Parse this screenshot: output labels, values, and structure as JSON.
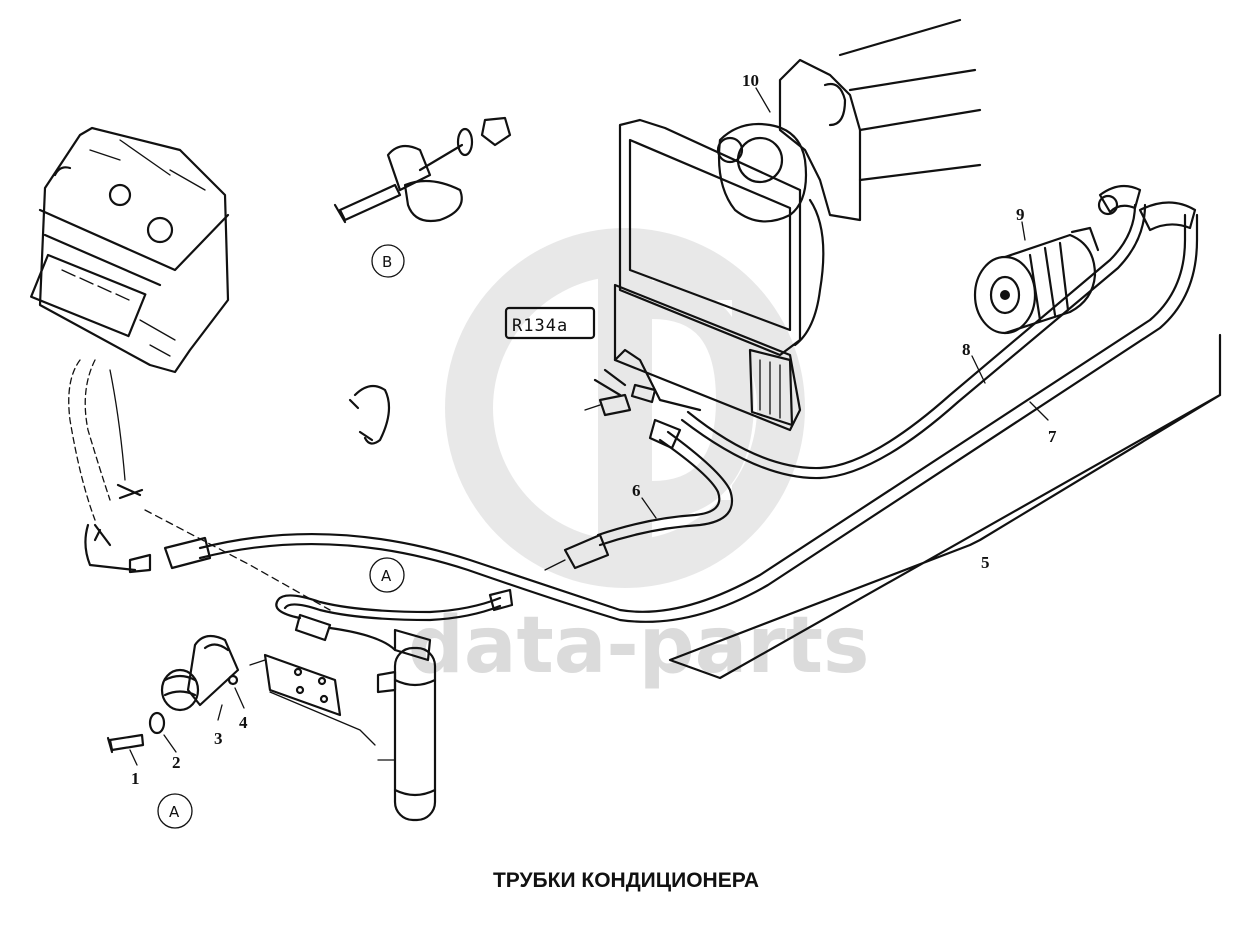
{
  "caption": "ТРУБКИ КОНДИЦИОНЕРА",
  "plate_marking": "R134a",
  "watermark": {
    "text": "data-parts"
  },
  "callouts": {
    "n1": "1",
    "n2": "2",
    "n3": "3",
    "n4": "4",
    "n5": "5",
    "n6": "6",
    "n7": "7",
    "n8": "8",
    "n9": "9",
    "n10": "10"
  },
  "view_markers": {
    "b": "B",
    "a_upper": "A",
    "a_lower": "A"
  },
  "colors": {
    "ink": "#111111",
    "watermark": "#d0d0d0",
    "background": "#ffffff"
  }
}
